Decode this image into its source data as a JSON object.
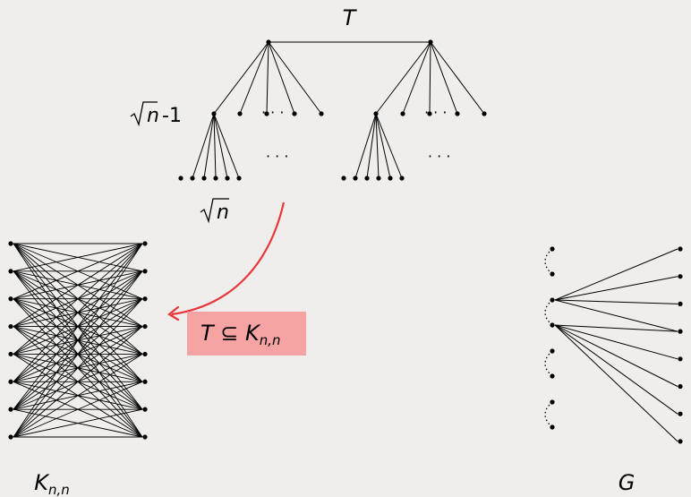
{
  "tree": {
    "label": "T",
    "root_children": 2,
    "children_per_root": 5,
    "leaves_per_first_child": 5,
    "label_branch": {
      "radical": "n",
      "suffix": "-1"
    },
    "label_leaves": {
      "radical": "n"
    },
    "ellipsis": "· · ·"
  },
  "bipartite": {
    "label": {
      "base": "K",
      "sub": "n,n"
    },
    "vertices_per_side": 8
  },
  "embedding": {
    "label": {
      "prefix": "T ⊆ ",
      "base": "K",
      "sub": "n,n"
    },
    "arrow_color": "#e8373a",
    "box_color": "#f6a3a3"
  },
  "host": {
    "label": "G",
    "left_vertices": 8,
    "right_vertices": 8,
    "hubs": [
      {
        "left_index": 2,
        "targets": [
          0,
          1,
          2,
          3
        ]
      },
      {
        "left_index": 3,
        "targets": [
          3,
          4,
          5,
          6,
          7
        ]
      }
    ]
  },
  "colors": {
    "background": "#efeeec",
    "ink": "#000000"
  }
}
